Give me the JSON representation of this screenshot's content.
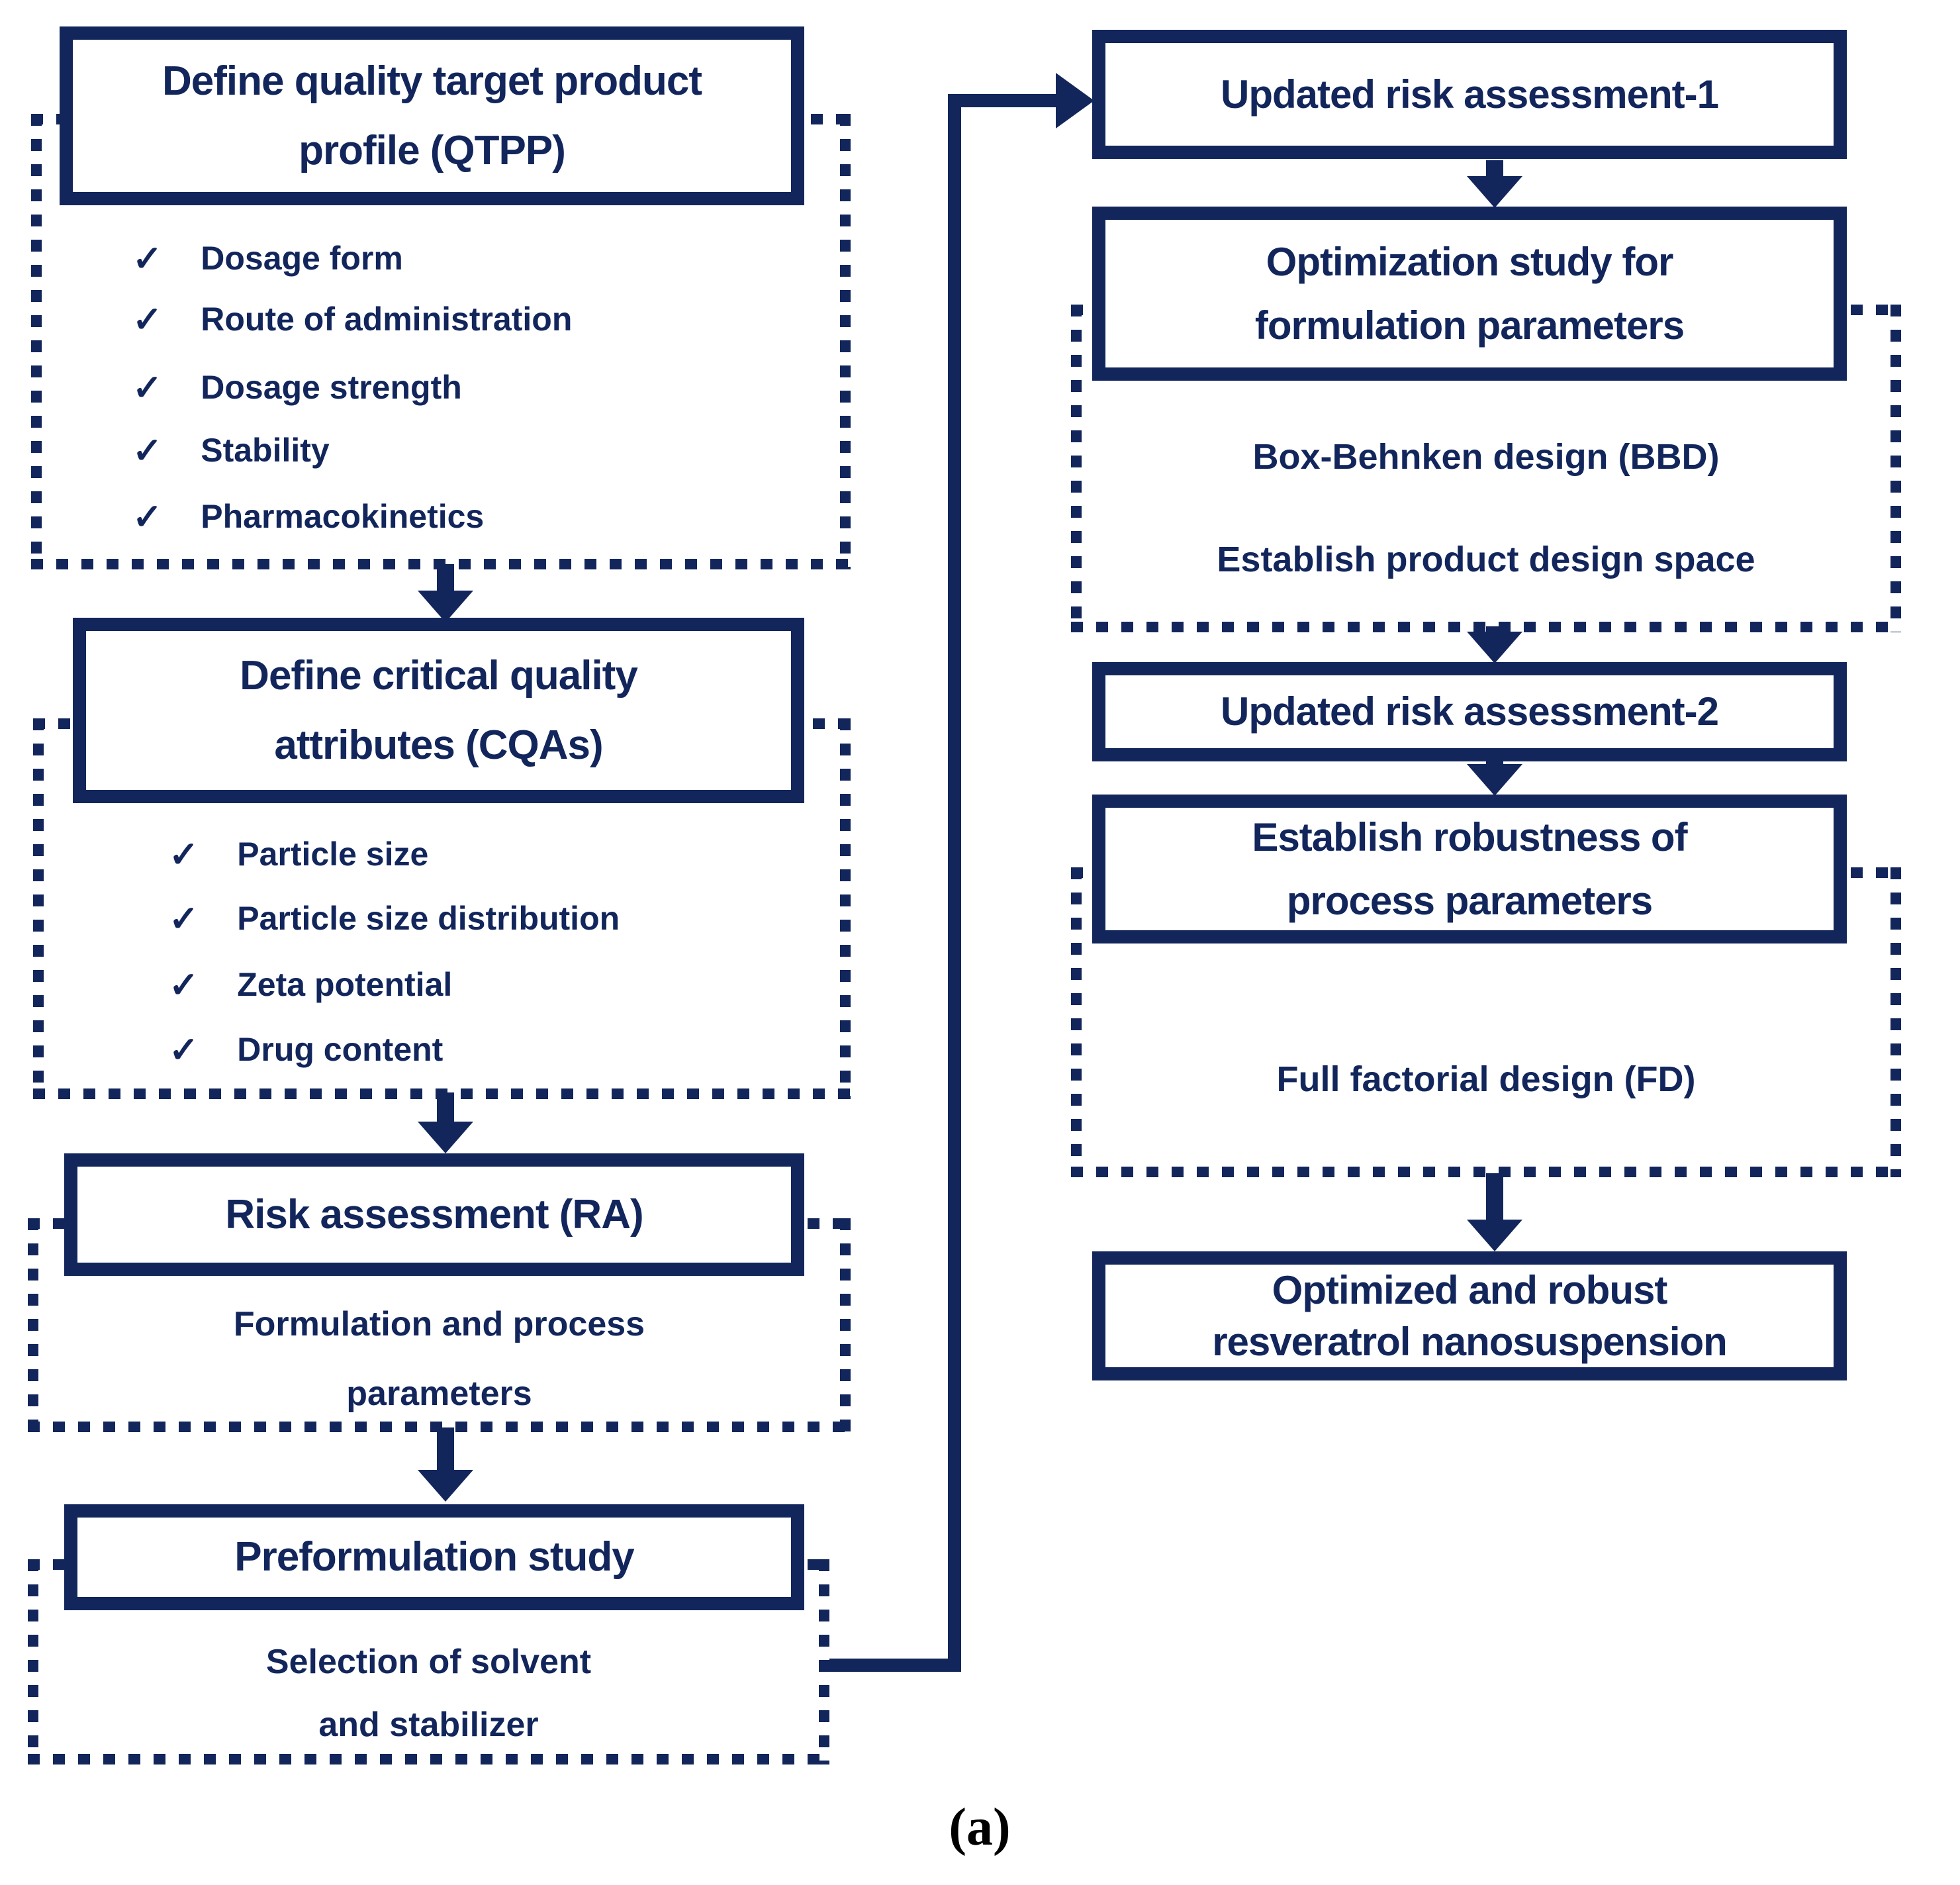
{
  "colors": {
    "navy": "#12265C",
    "caption": "#000000"
  },
  "glyphs": {
    "check": "✓"
  },
  "caption": "(a)",
  "left": {
    "qtpp": {
      "title_line1": "Define quality target product",
      "title_line2": "profile (QTPP)",
      "items": [
        "Dosage form",
        "Route of administration",
        "Dosage strength",
        "Stability",
        "Pharmacokinetics"
      ]
    },
    "cqa": {
      "title_line1": "Define critical quality",
      "title_line2": "attributes (CQAs)",
      "items": [
        "Particle size",
        "Particle size distribution",
        "Zeta potential",
        "Drug content"
      ]
    },
    "ra": {
      "title": "Risk assessment (RA)",
      "sub_line1": "Formulation and process",
      "sub_line2": "parameters"
    },
    "pre": {
      "title": "Preformulation study",
      "sub_line1": "Selection of solvent",
      "sub_line2": "and stabilizer"
    }
  },
  "right": {
    "ur1": {
      "title": "Updated risk assessment-1"
    },
    "opt": {
      "title_line1": "Optimization study for",
      "title_line2": "formulation parameters",
      "sub_line1": "Box-Behnken design (BBD)",
      "sub_line2": "Establish product design space"
    },
    "ur2": {
      "title": "Updated risk assessment-2"
    },
    "rob": {
      "title_line1": "Establish robustness of",
      "title_line2": "process parameters",
      "sub_line1": "Full factorial design (FD)"
    },
    "final": {
      "title_line1": "Optimized and robust",
      "title_line2": "resveratrol nanosuspension"
    }
  }
}
